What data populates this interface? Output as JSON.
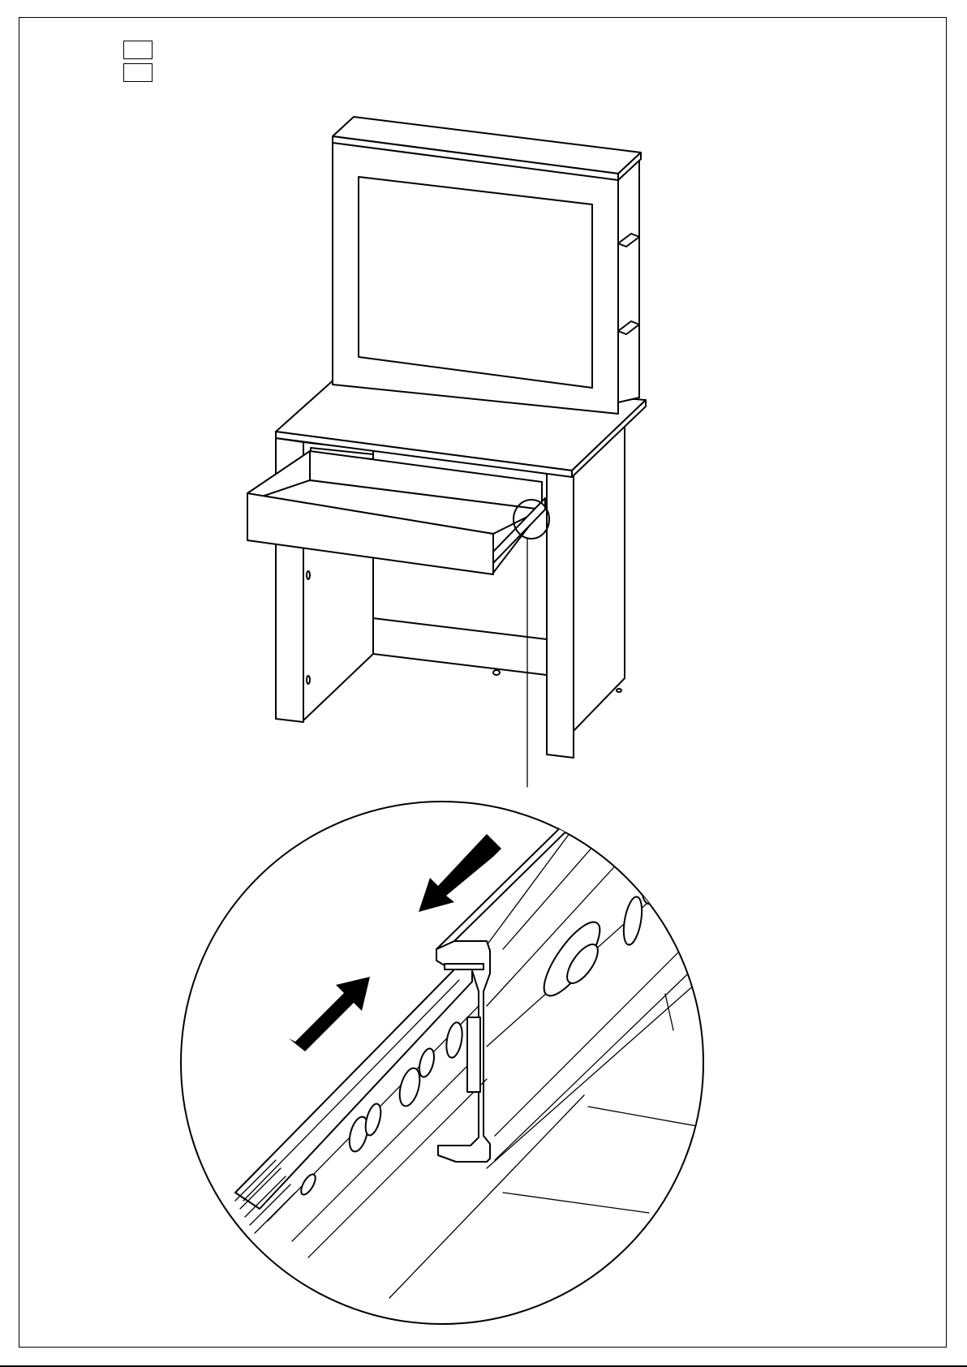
{
  "diagram": {
    "step_boxes": [
      "",
      ""
    ],
    "illustration": "vanity-table-with-mirror-drawer-open",
    "detail_view": "drawer-slide-rail-detail",
    "arrows": [
      "arrow-push-in",
      "arrow-pull-out"
    ],
    "colors": {
      "line": "#000000",
      "background": "#ffffff",
      "arrow_fill": "#000000"
    }
  }
}
